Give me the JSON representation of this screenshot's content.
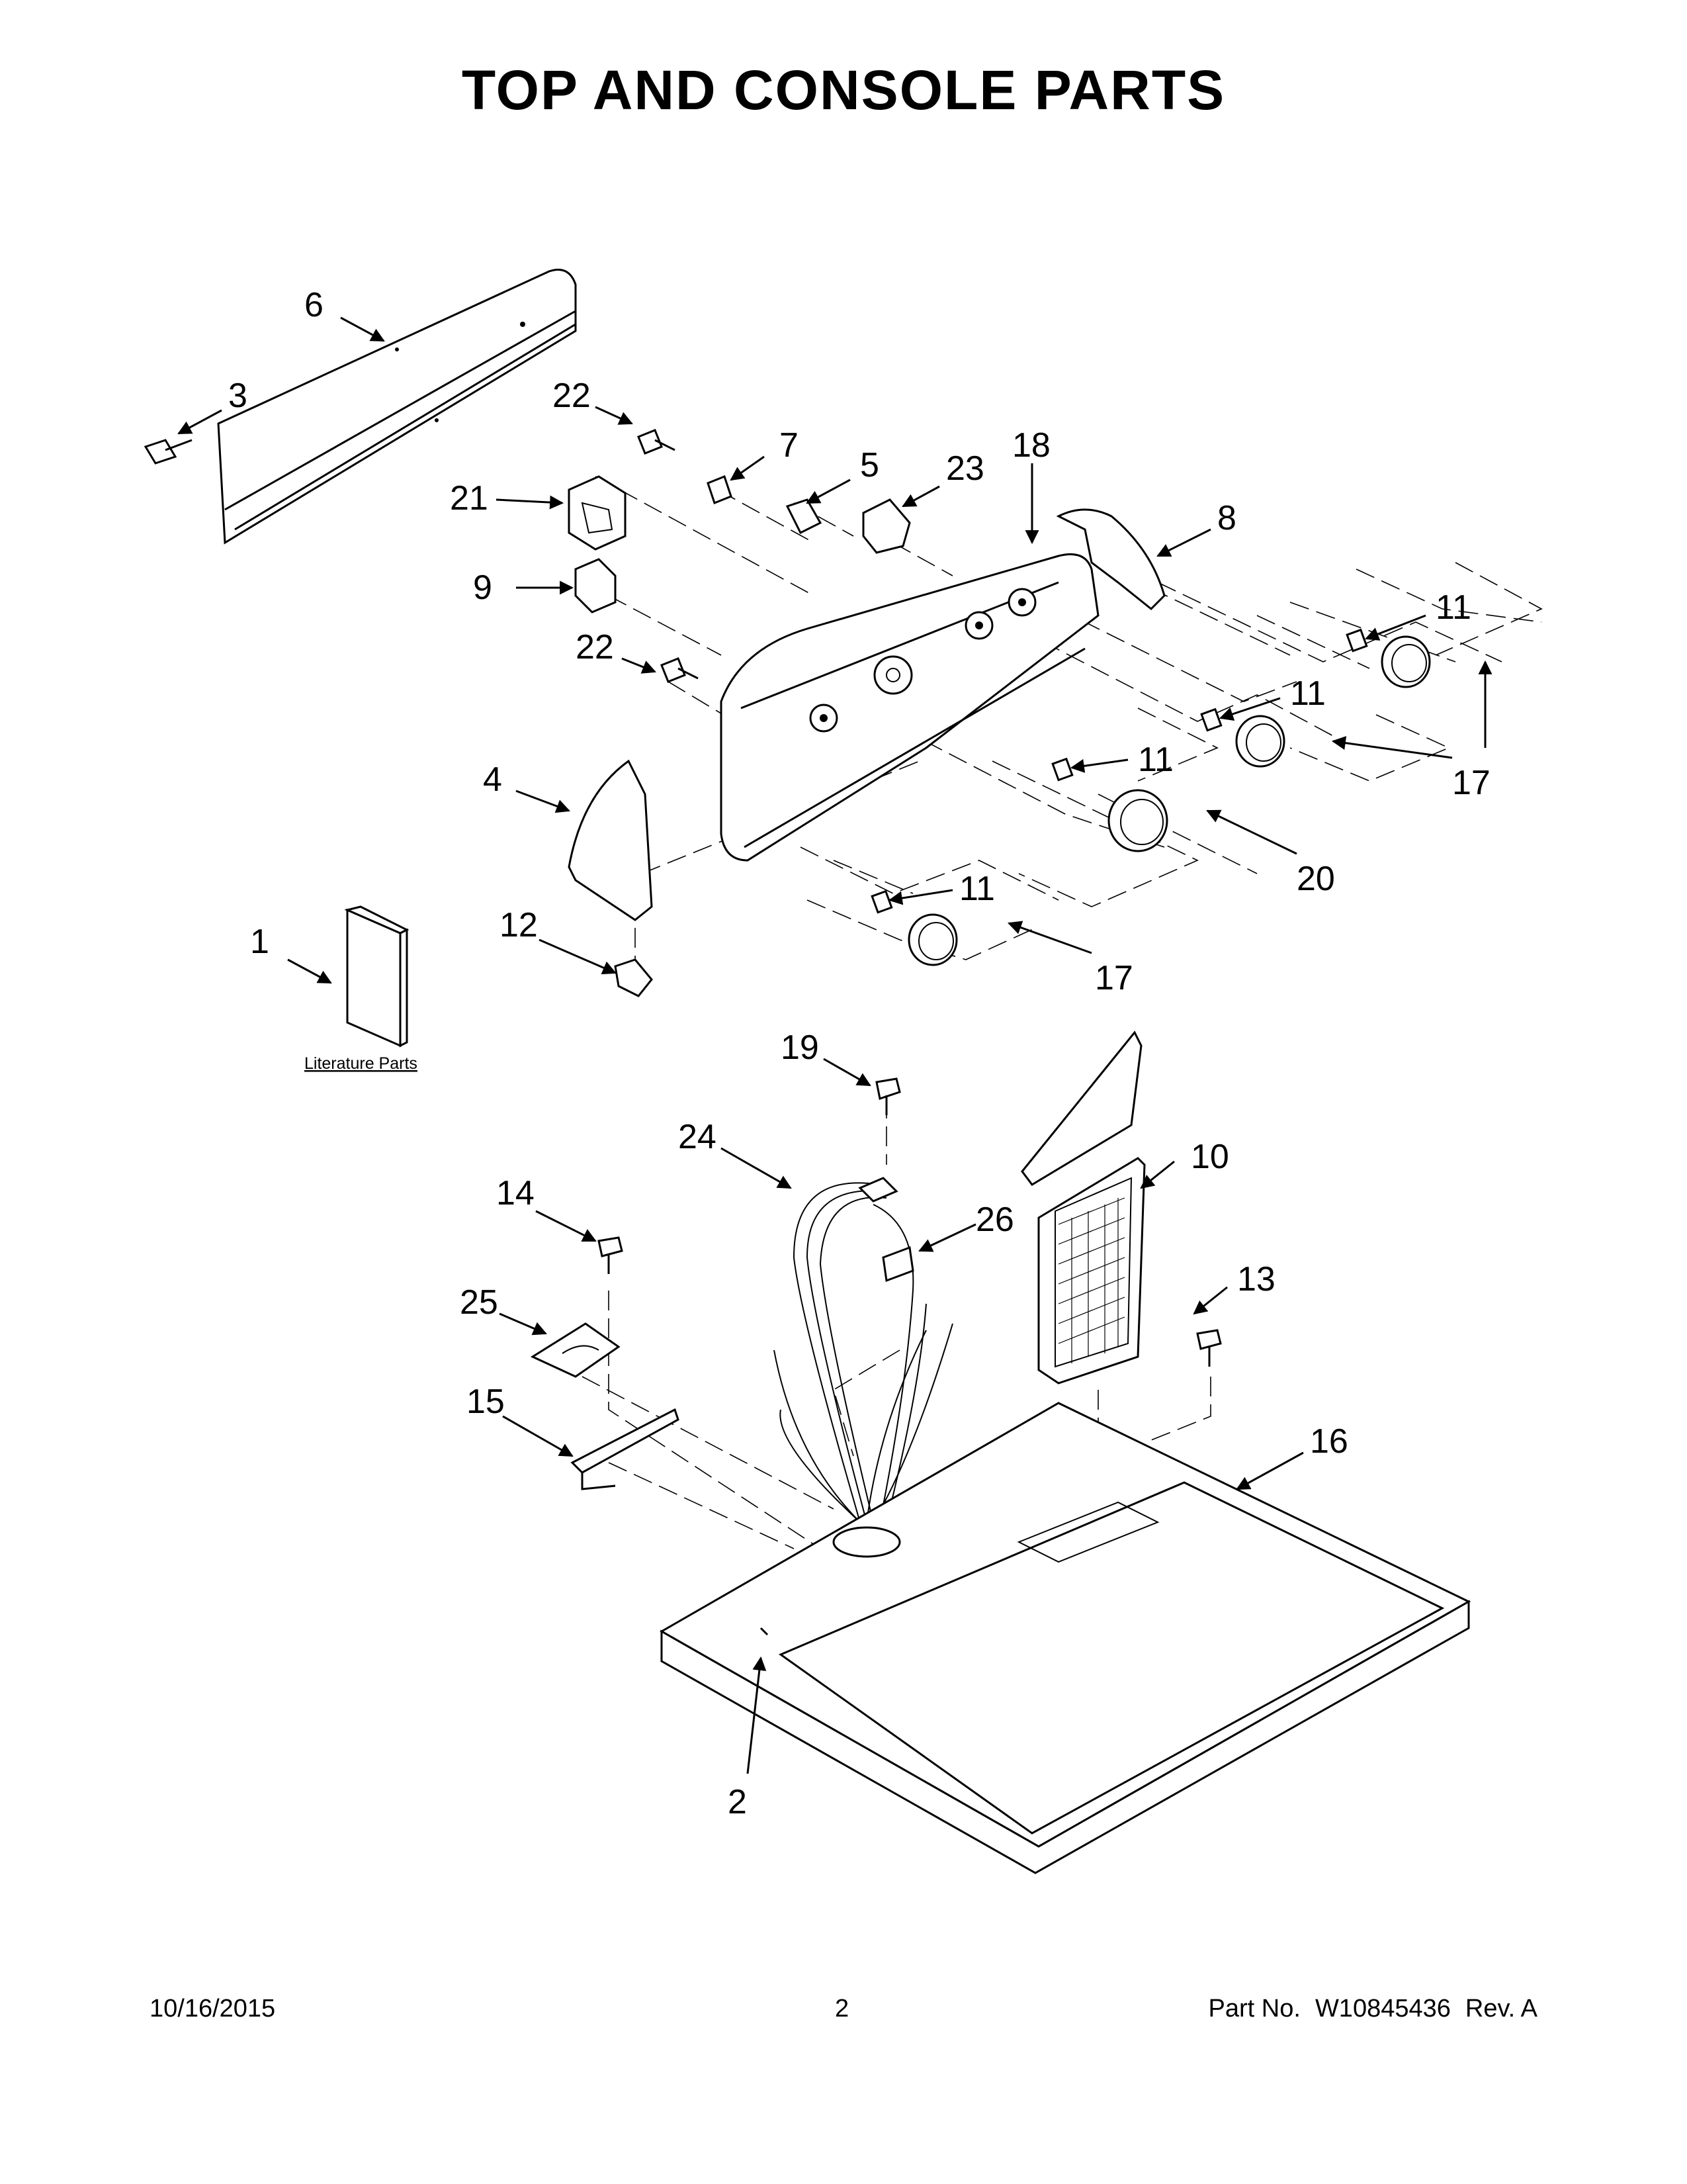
{
  "title": "TOP AND CONSOLE PARTS",
  "literature_label": "Literature Parts",
  "callouts": [
    "1",
    "2",
    "3",
    "4",
    "5",
    "6",
    "7",
    "8",
    "9",
    "10",
    "11",
    "11",
    "11",
    "11",
    "12",
    "13",
    "14",
    "15",
    "16",
    "17",
    "17",
    "18",
    "19",
    "20",
    "21",
    "22",
    "22",
    "23",
    "24",
    "25",
    "26"
  ],
  "footer": {
    "date": "10/16/2015",
    "page": "2",
    "part_label": "Part No.",
    "part_number": "W10845436",
    "revision": "Rev. A"
  }
}
